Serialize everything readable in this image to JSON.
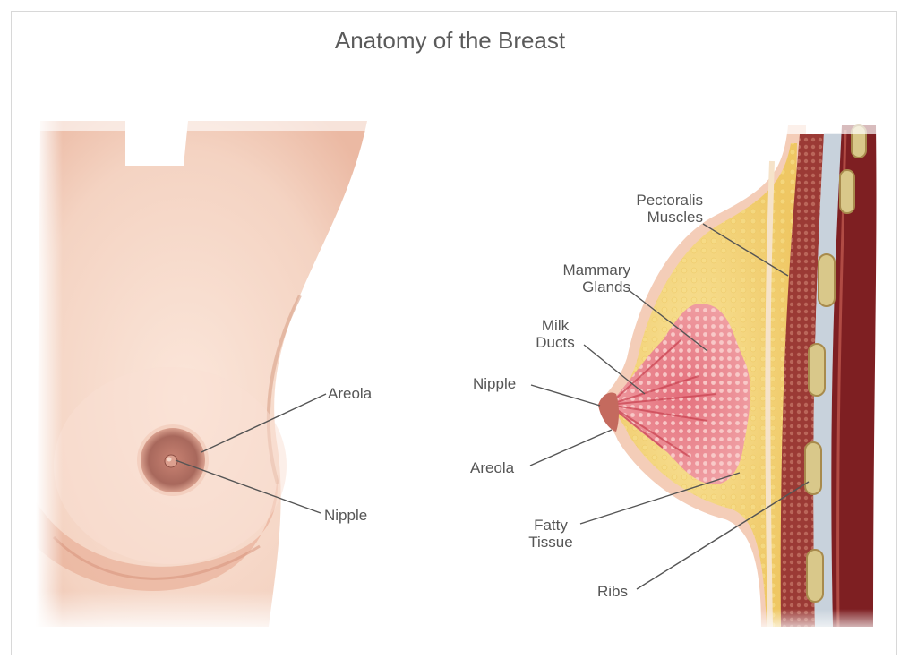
{
  "title": "Anatomy of the Breast",
  "front_view": {
    "labels": {
      "areola": "Areola",
      "nipple": "Nipple"
    }
  },
  "cross_section": {
    "labels": {
      "pectoralis_1": "Pectoralis",
      "pectoralis_2": "Muscles",
      "mammary_1": "Mammary",
      "mammary_2": "Glands",
      "milk_1": "Milk",
      "milk_2": "Ducts",
      "nipple": "Nipple",
      "areola": "Areola",
      "fatty_1": "Fatty",
      "fatty_2": "Tissue",
      "ribs": "Ribs"
    }
  },
  "colors": {
    "skin": "#f6d8c7",
    "skin_shadow": "#e7b098",
    "areola": "#a8685c",
    "fat": "#f4d77a",
    "gland": "#e88a92",
    "muscle": "#8a2a2a",
    "rib": "#d9c88a"
  }
}
